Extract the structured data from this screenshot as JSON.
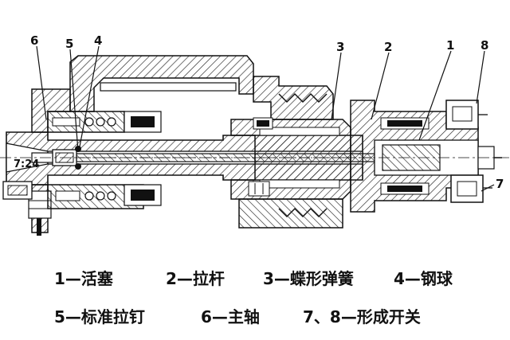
{
  "callouts": {
    "c1": "1",
    "c2": "2",
    "c3": "3",
    "c4": "4",
    "c5": "5",
    "c6": "6",
    "c7": "7",
    "c8": "8"
  },
  "taper_label": "7:24",
  "legend": {
    "row1": [
      "1—活塞",
      "2—拉杆",
      "3—蝶形弹簧",
      "4—钢球"
    ],
    "row2": [
      "5—标准拉钉",
      "6—主轴",
      "7、8—形成开关"
    ]
  },
  "colors": {
    "line": "#111111",
    "hatch": "#222222",
    "background": "#ffffff"
  }
}
